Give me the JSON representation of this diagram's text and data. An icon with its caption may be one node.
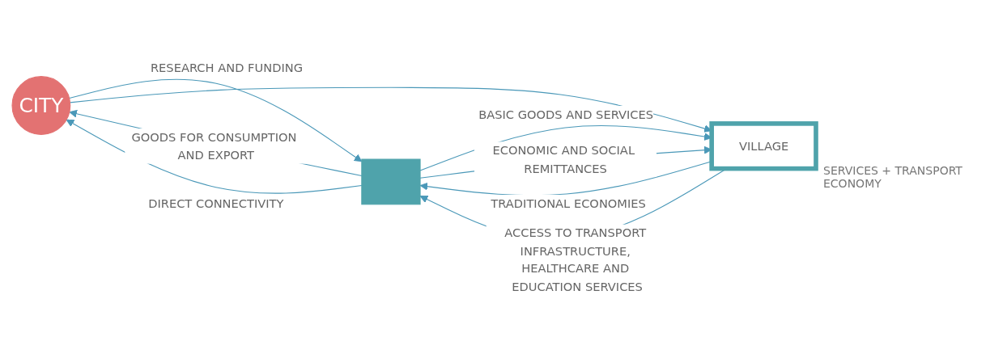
{
  "diagram": {
    "nodes": [
      {
        "text": [
          "CITY"
        ]
      },
      {
        "text": [],
        "shape": "box"
      },
      {
        "text": [
          "VILLAGE"
        ]
      }
    ],
    "edges": [
      {
        "from": 1,
        "to": 0,
        "arrow": "to",
        "label": "GOODS FOR CONSUMPTION AND EXPORT"
      },
      {
        "from": 2,
        "to": 1,
        "arrow": "to",
        "label": "TRADITIONAL ECONOMIES"
      },
      {
        "from": 1,
        "to": 0,
        "arrow": "to",
        "label": "DIRECT CONNECTIVITY"
      },
      {
        "from": 2,
        "to": 1,
        "arrow": "to",
        "label": "ACCESS TO TRANSPORT INFRASTRUCTURE, HEALTHCARE AND EDUCATION SERVICES"
      },
      {
        "from": 1,
        "to": 2,
        "arrow": "to",
        "label": "BASIC GOODS AND SERVICES"
      },
      {
        "from": 1,
        "to": 2,
        "arrow": "to",
        "label": "ECONOMIC AND SOCIAL REMITTANCES"
      },
      {
        "from": 0,
        "to": 1,
        "arrow": "to",
        "label": "RESEARCH AND FUNDING"
      },
      {
        "from": 0,
        "to": 2,
        "arrow": "to"
      }
    ],
    "labels": [
      "SERVICES + TRANSPORT ECONOMY"
    ]
  }
}
